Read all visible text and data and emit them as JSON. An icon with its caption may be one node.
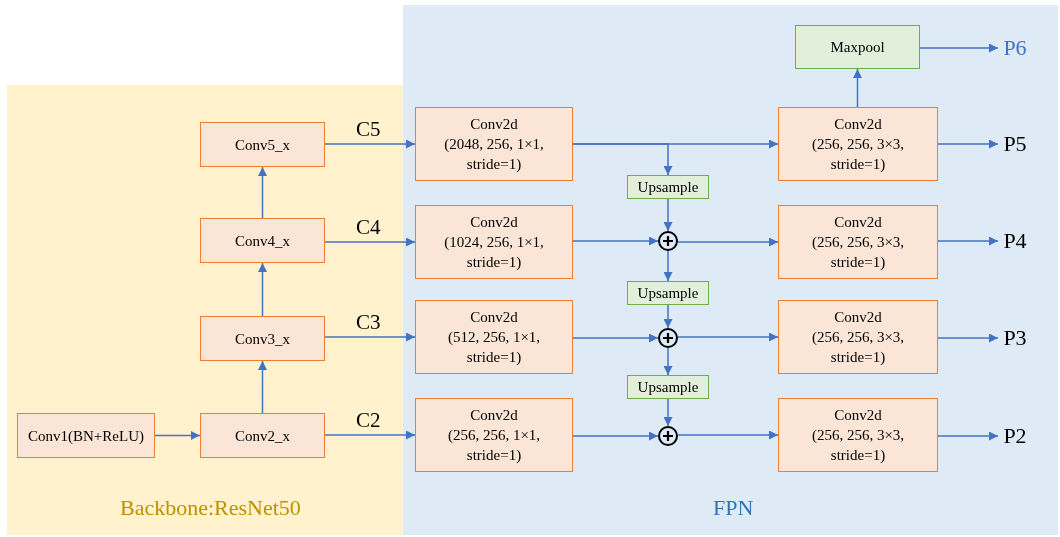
{
  "diagram": {
    "nodes": [
      {
        "text": [
          "Backbone:ResNet50"
        ]
      },
      {
        "text": [
          "FPN"
        ]
      },
      {
        "text": [
          "Conv5_x"
        ],
        "in": 0
      },
      {
        "text": [
          "Conv4_x"
        ],
        "in": 0
      },
      {
        "text": [
          "Conv3_x"
        ],
        "in": 0
      },
      {
        "text": [
          "Conv1(BN+ReLU)"
        ],
        "in": 0
      },
      {
        "text": [
          "Conv2_x"
        ],
        "in": 0
      },
      {
        "text": [
          "Maxpool"
        ],
        "in": 1
      },
      {
        "text": [
          "Conv2d",
          "(2048, 256, 1×1, stride=1)"
        ],
        "in": 1
      },
      {
        "text": [
          "Conv2d",
          "(256, 256, 3×3, stride=1)"
        ],
        "in": 1
      },
      {
        "text": [
          "Upsample"
        ],
        "in": 1
      },
      {
        "text": [
          "Conv2d",
          "(1024, 256, 1×1, stride=1)"
        ],
        "in": 1
      },
      {
        "text": [],
        "shape": "circle",
        "in": 1
      },
      {
        "text": [
          "Conv2d",
          "(256, 256, 3×3, stride=1)"
        ],
        "in": 1
      },
      {
        "text": [
          "Upsample"
        ],
        "in": 1
      },
      {
        "text": [
          "Conv2d",
          "(512, 256, 1×1, stride=1)"
        ],
        "in": 1
      },
      {
        "text": [],
        "shape": "circle",
        "in": 1
      },
      {
        "text": [
          "Conv2d",
          "(256, 256, 3×3, stride=1)"
        ],
        "in": 1
      },
      {
        "text": [
          "Upsample"
        ],
        "in": 1
      },
      {
        "text": [
          "Conv2d",
          "(256, 256, 1×1, stride=1)"
        ],
        "in": 1
      },
      {
        "text": [],
        "shape": "circle",
        "in": 1
      },
      {
        "text": [
          "Conv2d",
          "(256, 256, 3×3, stride=1)"
        ],
        "in": 1
      },
      {
        "text": [
          "P6"
        ],
        "in": 1
      },
      {
        "text": [
          "P5"
        ],
        "in": 1
      },
      {
        "text": [
          "P4"
        ],
        "in": 1
      },
      {
        "text": [
          "P3"
        ],
        "in": 1
      },
      {
        "text": [
          "P2"
        ],
        "in": 1
      }
    ],
    "edges": [
      {
        "from": 5,
        "to": 6,
        "arrow": "to"
      },
      {
        "from": 6,
        "to": 4,
        "arrow": "to"
      },
      {
        "from": 4,
        "to": 3,
        "arrow": "to"
      },
      {
        "from": 3,
        "to": 2,
        "arrow": "to"
      },
      {
        "from": 2,
        "to": 8,
        "arrow": "to",
        "label": "C5"
      },
      {
        "from": 3,
        "to": 11,
        "arrow": "to",
        "label": "C4"
      },
      {
        "from": 4,
        "to": 15,
        "arrow": "to",
        "label": "C3"
      },
      {
        "from": 6,
        "to": 19,
        "arrow": "to",
        "label": "C2"
      },
      {
        "from": 8,
        "to": 9,
        "arrow": "to"
      },
      {
        "from": 8,
        "to": 10,
        "arrow": "to"
      },
      {
        "from": 9,
        "to": 7,
        "arrow": "to"
      },
      {
        "from": 7,
        "to": 22,
        "arrow": "to"
      },
      {
        "from": 9,
        "to": 23,
        "arrow": "to"
      },
      {
        "from": 10,
        "to": 12,
        "arrow": "to"
      },
      {
        "from": 11,
        "to": 12,
        "arrow": "to"
      },
      {
        "from": 12,
        "to": 13,
        "arrow": "to"
      },
      {
        "from": 13,
        "to": 24,
        "arrow": "to"
      },
      {
        "from": 12,
        "to": 14,
        "arrow": "to"
      },
      {
        "from": 14,
        "to": 16,
        "arrow": "to"
      },
      {
        "from": 15,
        "to": 16,
        "arrow": "to"
      },
      {
        "from": 16,
        "to": 17,
        "arrow": "to"
      },
      {
        "from": 17,
        "to": 25,
        "arrow": "to"
      },
      {
        "from": 16,
        "to": 18,
        "arrow": "to"
      },
      {
        "from": 18,
        "to": 20,
        "arrow": "to"
      },
      {
        "from": 19,
        "to": 20,
        "arrow": "to"
      },
      {
        "from": 20,
        "to": 21,
        "arrow": "to"
      },
      {
        "from": 21,
        "to": 26,
        "arrow": "to"
      }
    ]
  }
}
